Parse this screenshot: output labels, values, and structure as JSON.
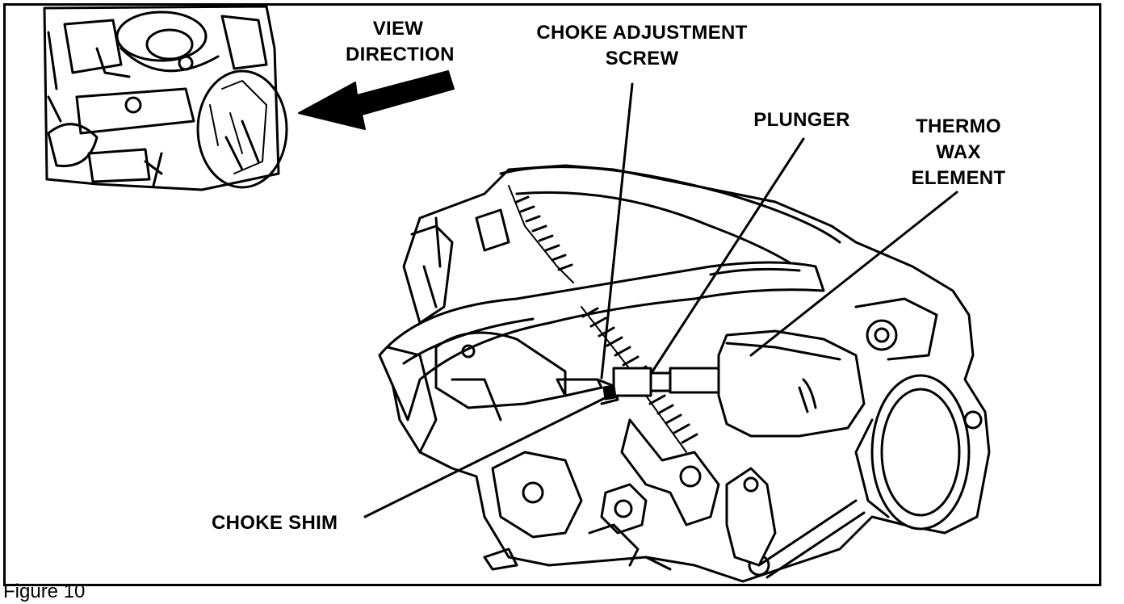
{
  "figure_caption": "Figure 10",
  "labels": {
    "view_direction": [
      "VIEW",
      "DIRECTION"
    ],
    "choke_adjustment_screw": [
      "CHOKE ADJUSTMENT",
      "SCREW"
    ],
    "plunger": "PLUNGER",
    "thermo_wax_element": [
      "THERMO",
      "WAX",
      "ELEMENT"
    ],
    "choke_shim": "CHOKE SHIM"
  }
}
